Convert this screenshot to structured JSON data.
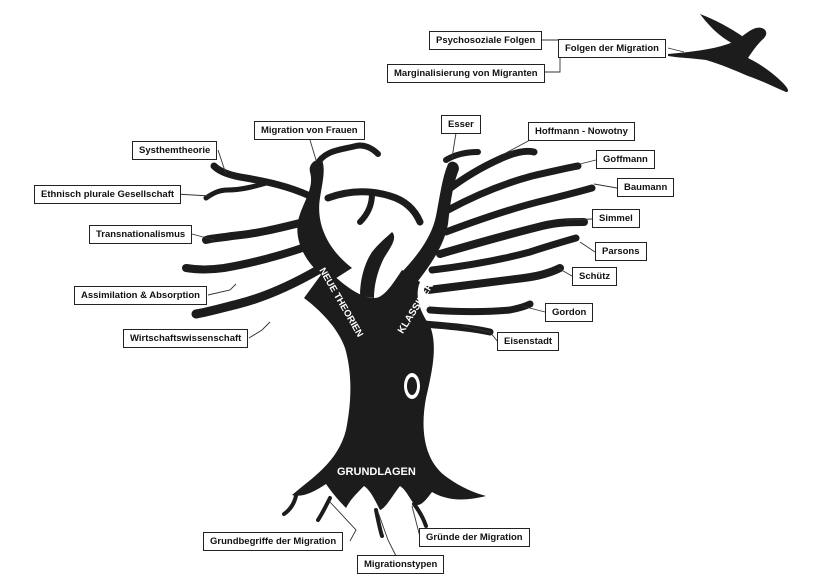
{
  "diagram": {
    "bird": {
      "label_ids": [
        "psychosoziale_folgen",
        "folgen_der_migration",
        "marginalisierung"
      ]
    },
    "trunk_labels": {
      "neue_theorien": "NEUE THEORIEN",
      "klassiker": "KLASSIKER",
      "grundlagen": "GRUNDLAGEN"
    },
    "labels": {
      "psychosoziale_folgen": "Psychosoziale Folgen",
      "folgen_der_migration": "Folgen der Migration",
      "marginalisierung": "Marginalisierung von Migranten",
      "migration_von_frauen": "Migration von Frauen",
      "esser": "Esser",
      "hoffmann_nowotny": "Hoffmann - Nowotny",
      "goffmann": "Goffmann",
      "baumann": "Baumann",
      "simmel": "Simmel",
      "parsons": "Parsons",
      "schuetz": "Schütz",
      "gordon": "Gordon",
      "eisenstadt": "Eisenstadt",
      "systhemtheorie": "Systhemtheorie",
      "ethnisch_plurale": "Ethnisch plurale Gesellschaft",
      "transnationalismus": "Transnationalismus",
      "assimilation": "Assimilation & Absorption",
      "wirtschaftswissenschaft": "Wirtschaftswissenschaft",
      "grundbegriffe": "Grundbegriffe der Migration",
      "migrationstypen": "Migrationstypen",
      "gruende": "Gründe der Migration"
    },
    "groups": {
      "neue_theorien": [
        "migration_von_frauen",
        "systhemtheorie",
        "ethnisch_plurale",
        "transnationalismus",
        "assimilation",
        "wirtschaftswissenschaft"
      ],
      "klassiker": [
        "esser",
        "hoffmann_nowotny",
        "goffmann",
        "baumann",
        "simmel",
        "parsons",
        "schuetz",
        "gordon",
        "eisenstadt"
      ],
      "grundlagen": [
        "grundbegriffe",
        "migrationstypen",
        "gruende"
      ]
    },
    "colors": {
      "tree": "#1c1c1c",
      "box_border": "#222222",
      "text": "#111111",
      "background": "#ffffff"
    }
  }
}
